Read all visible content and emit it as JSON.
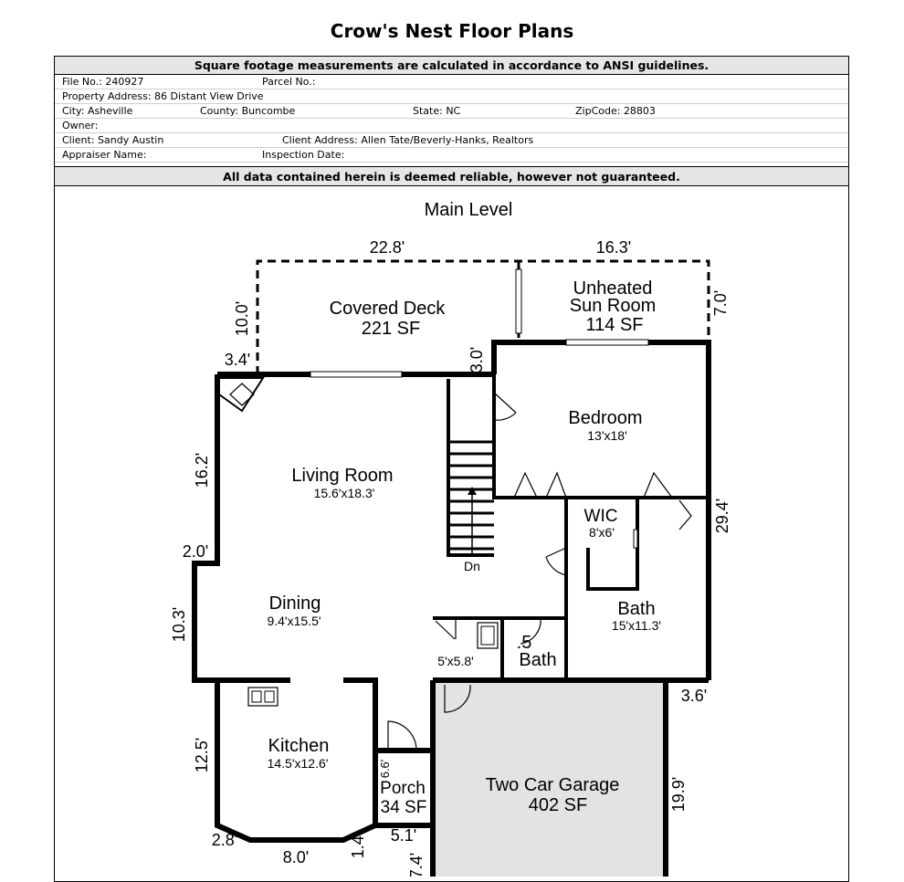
{
  "title": "Crow's Nest Floor Plans",
  "header_note": "Square footage measurements are calculated in accordance to ANSI guidelines.",
  "info": {
    "file_no": "File No.: 240927",
    "parcel_no": "Parcel No.:",
    "property_address": "Property Address: 86 Distant View Drive",
    "city": "City: Asheville",
    "county": "County: Buncombe",
    "state": "State: NC",
    "zipcode": "ZipCode: 28803",
    "owner": "Owner:",
    "client": "Client: Sandy Austin",
    "client_address": "Client Address: Allen Tate/Beverly-Hanks, Realtors",
    "appraiser": "Appraiser Name:",
    "inspection_date": "Inspection Date:"
  },
  "disclaimer": "All data contained herein is deemed reliable, however not guaranteed.",
  "plan": {
    "level": "Main Level",
    "rooms": {
      "covered_deck": {
        "name": "Covered Deck",
        "area": "221 SF"
      },
      "sun_room": {
        "name1": "Unheated",
        "name2": "Sun Room",
        "area": "114 SF"
      },
      "bedroom": {
        "name": "Bedroom",
        "size": "13'x18'"
      },
      "living": {
        "name": "Living Room",
        "size": "15.6'x18.3'"
      },
      "wic": {
        "name": "WIC",
        "size": "8'x6'"
      },
      "dining": {
        "name": "Dining",
        "size": "9.4'x15.5'"
      },
      "bath": {
        "name": "Bath",
        "size": "15'x11.3'"
      },
      "half_bath": {
        "name1": ".5",
        "name2": "Bath"
      },
      "closet": {
        "size": "5'x5.8'"
      },
      "kitchen": {
        "name": "Kitchen",
        "size": "14.5'x12.6'"
      },
      "porch": {
        "name": "Porch",
        "area": "34 SF"
      },
      "garage": {
        "name": "Two Car Garage",
        "area": "402 SF"
      }
    },
    "stairs_label": "Dn",
    "dimensions": {
      "deck_width": "22.8'",
      "sun_width": "16.3'",
      "deck_depth": "10.0'",
      "sun_depth": "7.0'",
      "offset_3_4": "3.4'",
      "offset_3_0": "3.0'",
      "left_16_2": "16.2'",
      "right_29_4": "29.4'",
      "jog_2_0": "2.0'",
      "left_10_3": "10.3'",
      "garage_3_6": "3.6'",
      "left_12_5": "12.5'",
      "porch_6_6": "6.6'",
      "garage_19_9": "19.9'",
      "bay_2_8": "2.8'",
      "bay_1_4": "1.4'",
      "porch_5_1": "5.1'",
      "bay_8_0": "8.0'",
      "porch_7_4": "7.4'"
    }
  }
}
